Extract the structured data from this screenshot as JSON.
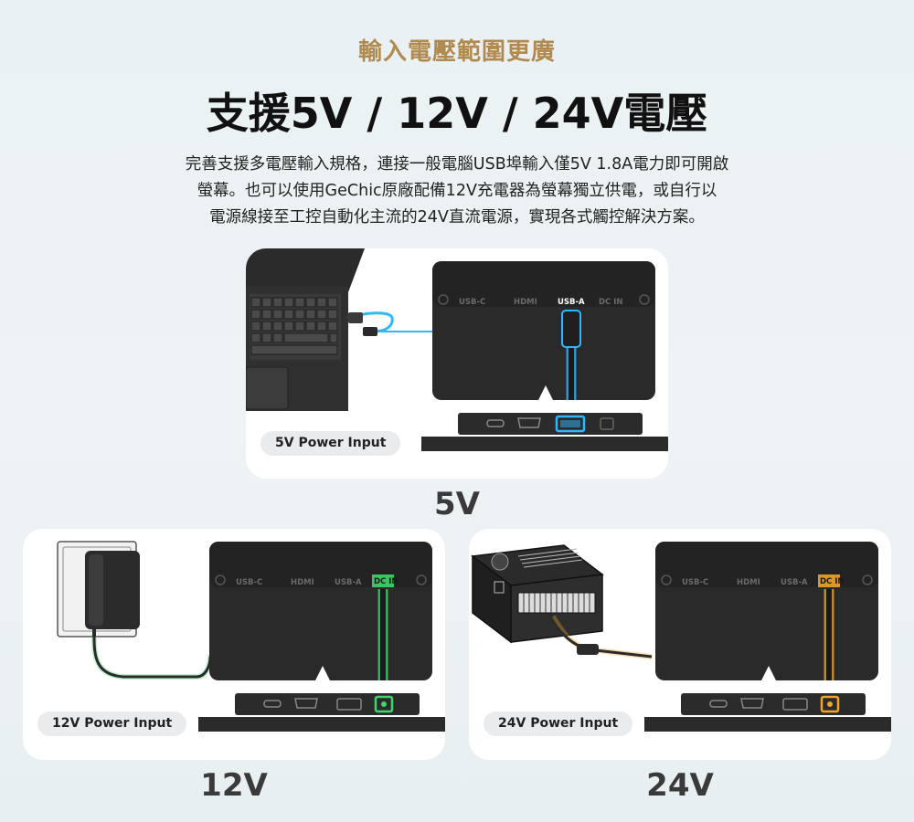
{
  "header": {
    "subtitle": "輸入電壓範圍更廣",
    "title": "支援5V / 12V / 24V電壓"
  },
  "description": {
    "line1": "完善支援多電壓輸入規格，連接一般電腦USB埠輸入僅5V 1.8A電力即可開啟",
    "line2": "螢幕。也可以使用GeChic原廠配備12V充電器為螢幕獨立供電，或自行以",
    "line3": "電源線接至工控自動化主流的24V直流電源，實現各式觸控解決方案。"
  },
  "ports": {
    "usbc": "USB-C",
    "hdmi": "HDMI",
    "usba": "USB-A",
    "dcin": "DC IN"
  },
  "cards": {
    "five": {
      "pill": "5V Power Input",
      "voltage": "5V",
      "cable_color": "#2fb8ff",
      "active_port": "USB-A"
    },
    "twelve": {
      "pill": "12V Power Input",
      "voltage": "12V",
      "cable_color": "#3fd66a",
      "active_port": "DC IN"
    },
    "twentyfour": {
      "pill": "24V Power Input",
      "voltage": "24V",
      "cable_color": "#f0a429",
      "active_port": "DC IN"
    }
  },
  "colors": {
    "accent_gold": "#b08a4f",
    "device_dark": "#2b2b2b",
    "usb_blue": "#2fb8ff",
    "dc_green": "#3fd66a",
    "dc_orange": "#f0a429"
  }
}
